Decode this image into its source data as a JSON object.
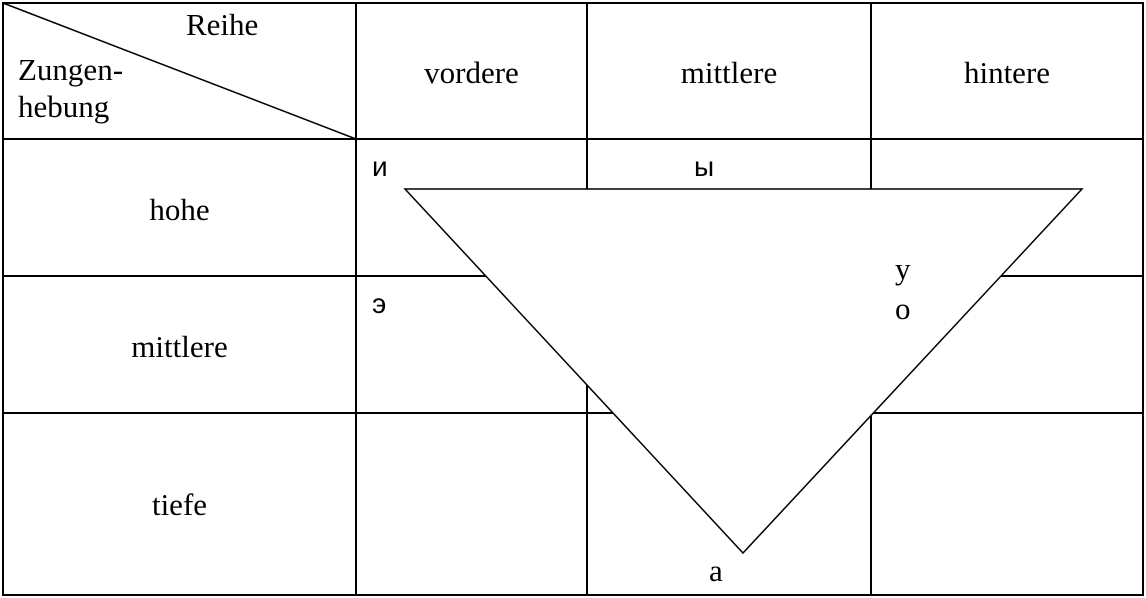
{
  "header": {
    "corner_top": "Reihe",
    "corner_bottom_line1": "Zungen-",
    "corner_bottom_line2": "hebung"
  },
  "columns": [
    "vordere",
    "mittlere",
    "hintere"
  ],
  "rows": [
    "hohe",
    "mittlere",
    "tiefe"
  ],
  "vowels": {
    "i": "и",
    "y": "ы",
    "u": "у",
    "e": "э",
    "o": "о",
    "a": "а"
  },
  "colors": {
    "line": "#000000",
    "background": "#ffffff"
  }
}
